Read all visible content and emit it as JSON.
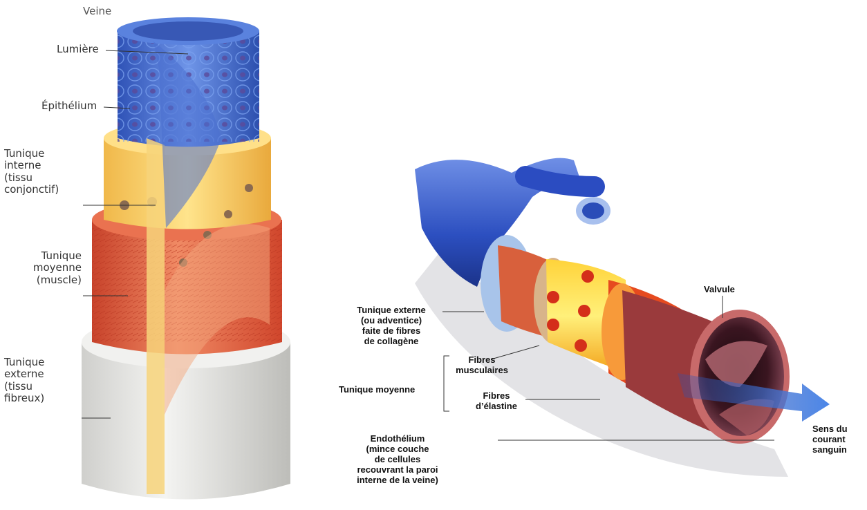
{
  "vein_figure": {
    "title": "Veine",
    "labels": {
      "lumen": "Lumière",
      "epithelium": "Épithélium",
      "inner": "Tunique\ninterne\n(tissu\nconjonctif)",
      "middle": "Tunique\nmoyenne\n(muscle)",
      "outer": "Tunique\nexterne\n(tissu\nfibreux)"
    }
  },
  "vein_cross_section": {
    "labels": {
      "outer_tunic": "Tunique externe\n(ou adventice)\nfaite de fibres\nde collagène",
      "middle_tunic": "Tunique moyenne",
      "muscle_fibers": "Fibres\nmusculaires",
      "elastin_fibers": "Fibres\nd’élastine",
      "endothelium": "Endothélium\n(mince couche\nde cellules\nrecouvrant la paroi\ninterne de la veine)",
      "valve": "Valvule",
      "blood_flow": "Sens du\ncourant\nsanguin"
    }
  },
  "colors": {
    "blue": "#3f66c9",
    "yellow": "#f3c94f",
    "red": "#e0553a",
    "grey": "#e4e4e2"
  }
}
